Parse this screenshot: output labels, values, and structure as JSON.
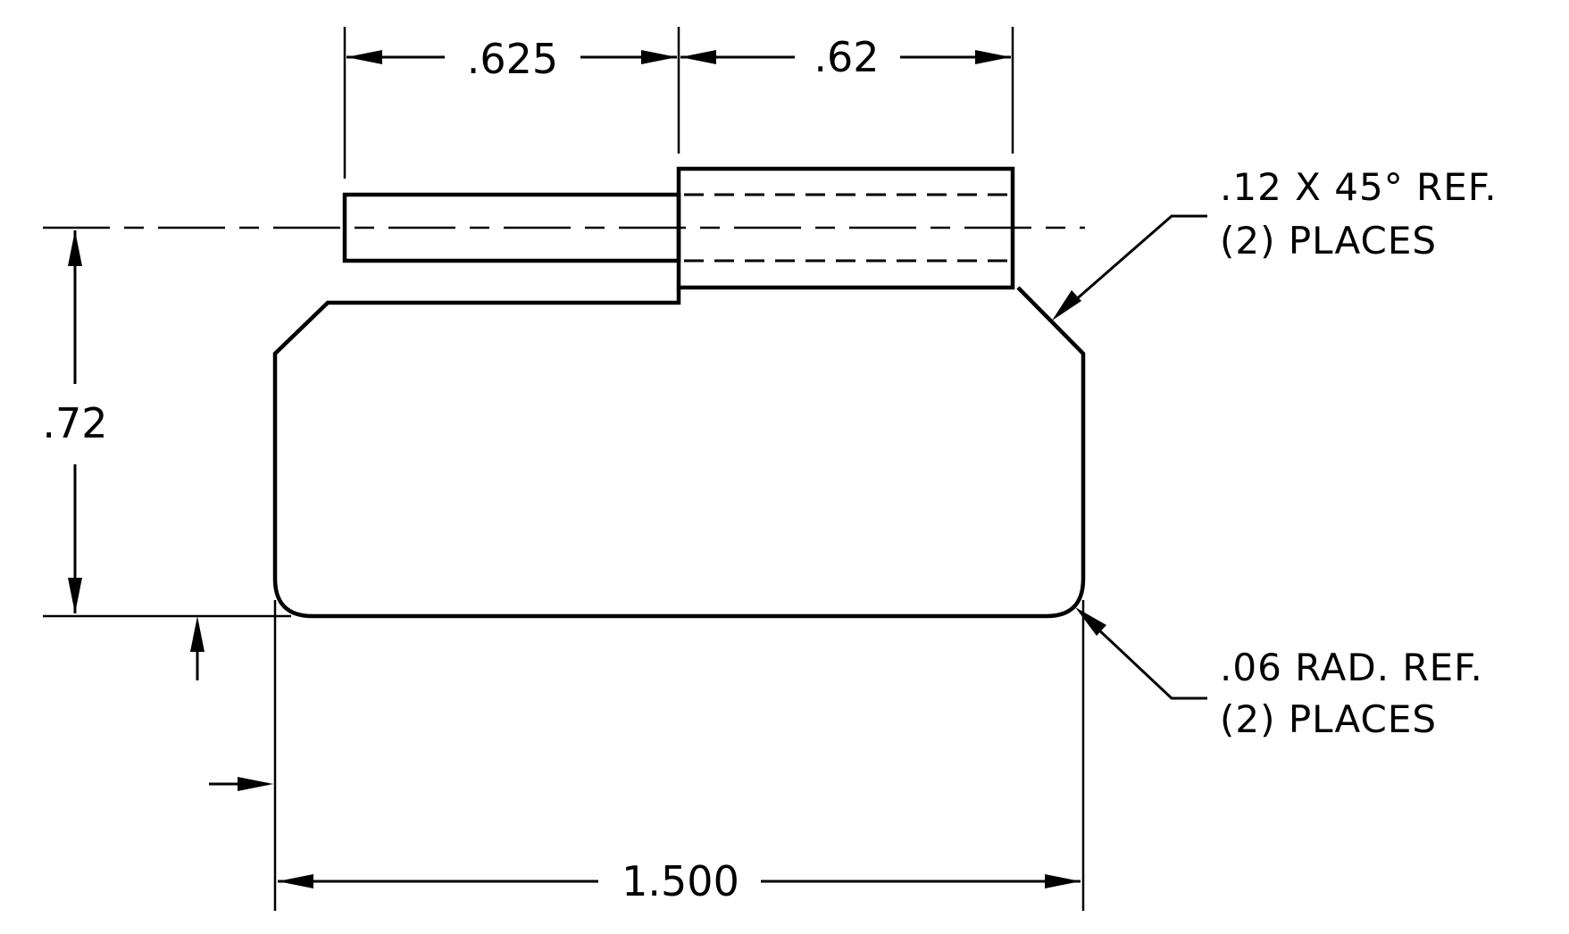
{
  "dimensions": {
    "top_left_width": ".625",
    "top_right_width": ".62",
    "height": ".72",
    "overall_width": "1.500"
  },
  "notes": {
    "chamfer_line1": ".12 X 45° REF.",
    "chamfer_line2": "(2) PLACES",
    "radius_line1": ".06 RAD. REF.",
    "radius_line2": "(2) PLACES"
  }
}
